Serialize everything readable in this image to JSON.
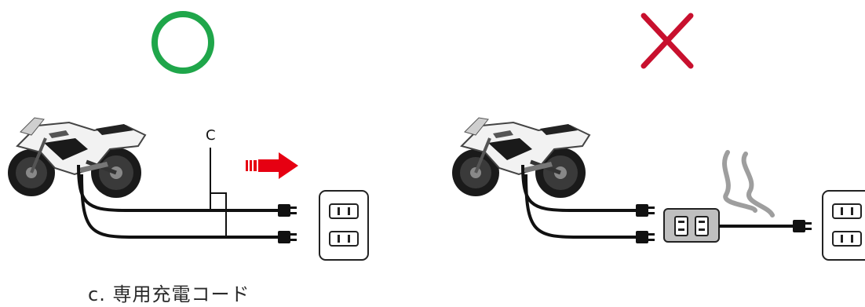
{
  "left_panel": {
    "verdict": "correct",
    "verdict_color": "#1fa64a",
    "cable_label": "C",
    "arrow_color": "#e60012",
    "caption": "c. 専用充電コード"
  },
  "right_panel": {
    "verdict": "incorrect",
    "verdict_color": "#c8102e",
    "heat_wave_color": "#9e9e9e"
  },
  "icons": [
    "circle-ok-icon",
    "cross-ng-icon",
    "motorcycle-image",
    "plug-icon",
    "wall-outlet-icon",
    "power-strip-icon",
    "heat-wave-icon",
    "arrow-right-icon"
  ]
}
